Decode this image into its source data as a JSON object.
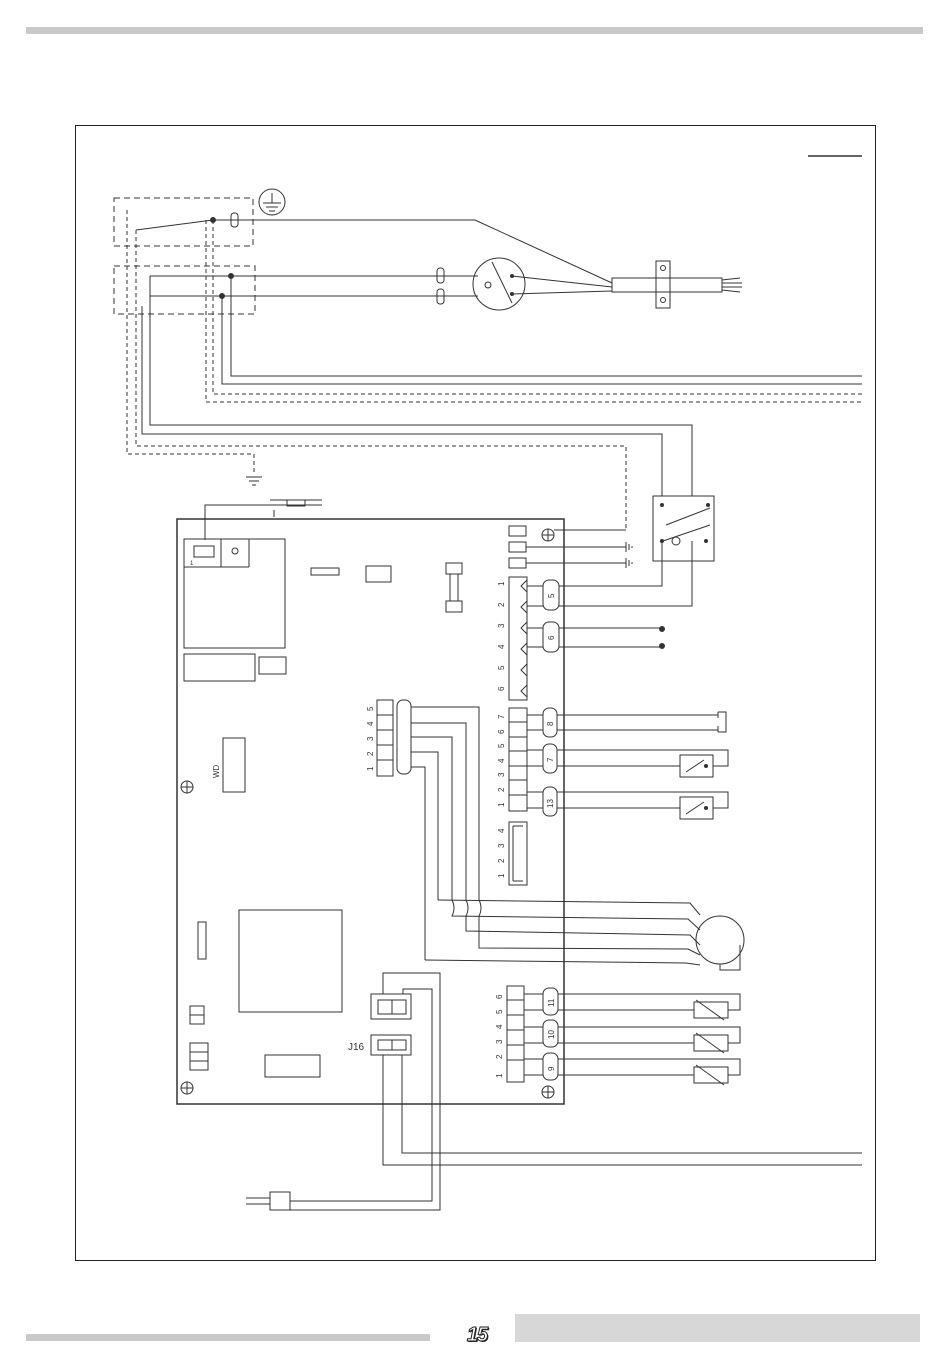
{
  "page": {
    "number": "15"
  },
  "board": {
    "jumper_label": "J16",
    "watchdog_label": "WD",
    "relay_pin_label": "1"
  },
  "connectors": {
    "left_header_pins": [
      "5",
      "4",
      "3",
      "2",
      "1"
    ],
    "top_right_pins": [
      "1",
      "2",
      "3",
      "4",
      "5",
      "6"
    ],
    "mid_right_pins": [
      "7",
      "6",
      "5",
      "4",
      "3",
      "2",
      "1"
    ],
    "small_right_pins": [
      "4",
      "3",
      "2",
      "1"
    ],
    "bottom_right_pins": [
      "6",
      "5",
      "4",
      "3",
      "2",
      "1"
    ]
  },
  "plugs": {
    "p5": "5",
    "p6": "6",
    "p8": "8",
    "p7": "7",
    "p13": "13",
    "p11": "11",
    "p10": "10",
    "p9": "9"
  },
  "colors": {
    "line": "#333333",
    "bars": "#c9c9c9"
  }
}
